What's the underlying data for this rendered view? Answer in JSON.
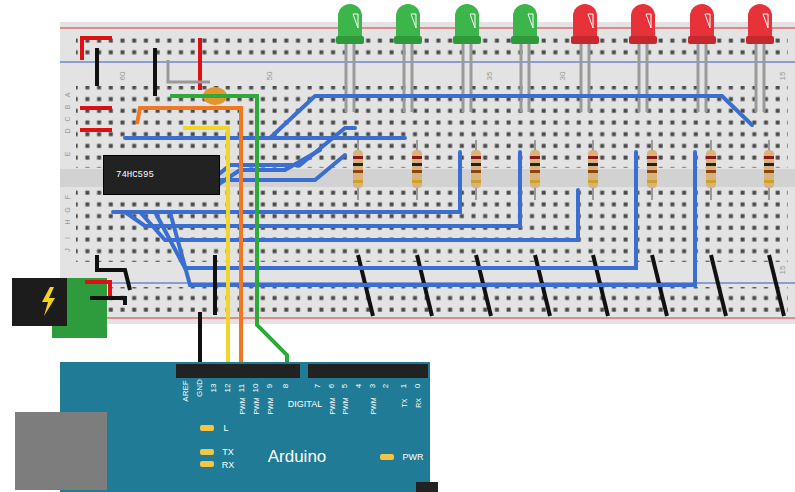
{
  "diagram": {
    "nodes": [
      {
        "text": [
          "74HC595"
        ]
      }
    ],
    "labels": [
      "60",
      "50",
      "35",
      "30",
      "15",
      "15",
      "A",
      "B",
      "C",
      "D",
      "E",
      "F",
      "G",
      "H",
      "I",
      "J",
      "AREF",
      "GND",
      "13",
      "12",
      "11",
      "10",
      "9",
      "8",
      "7",
      "6",
      "5",
      "4",
      "3",
      "2",
      "1",
      "0",
      "DIGITAL",
      "PWM",
      "PWM",
      "PWM",
      "PWM",
      "PWM",
      "PWM",
      "TX",
      "RX",
      "L",
      "TX",
      "RX",
      "Arduino",
      "PWR"
    ]
  }
}
